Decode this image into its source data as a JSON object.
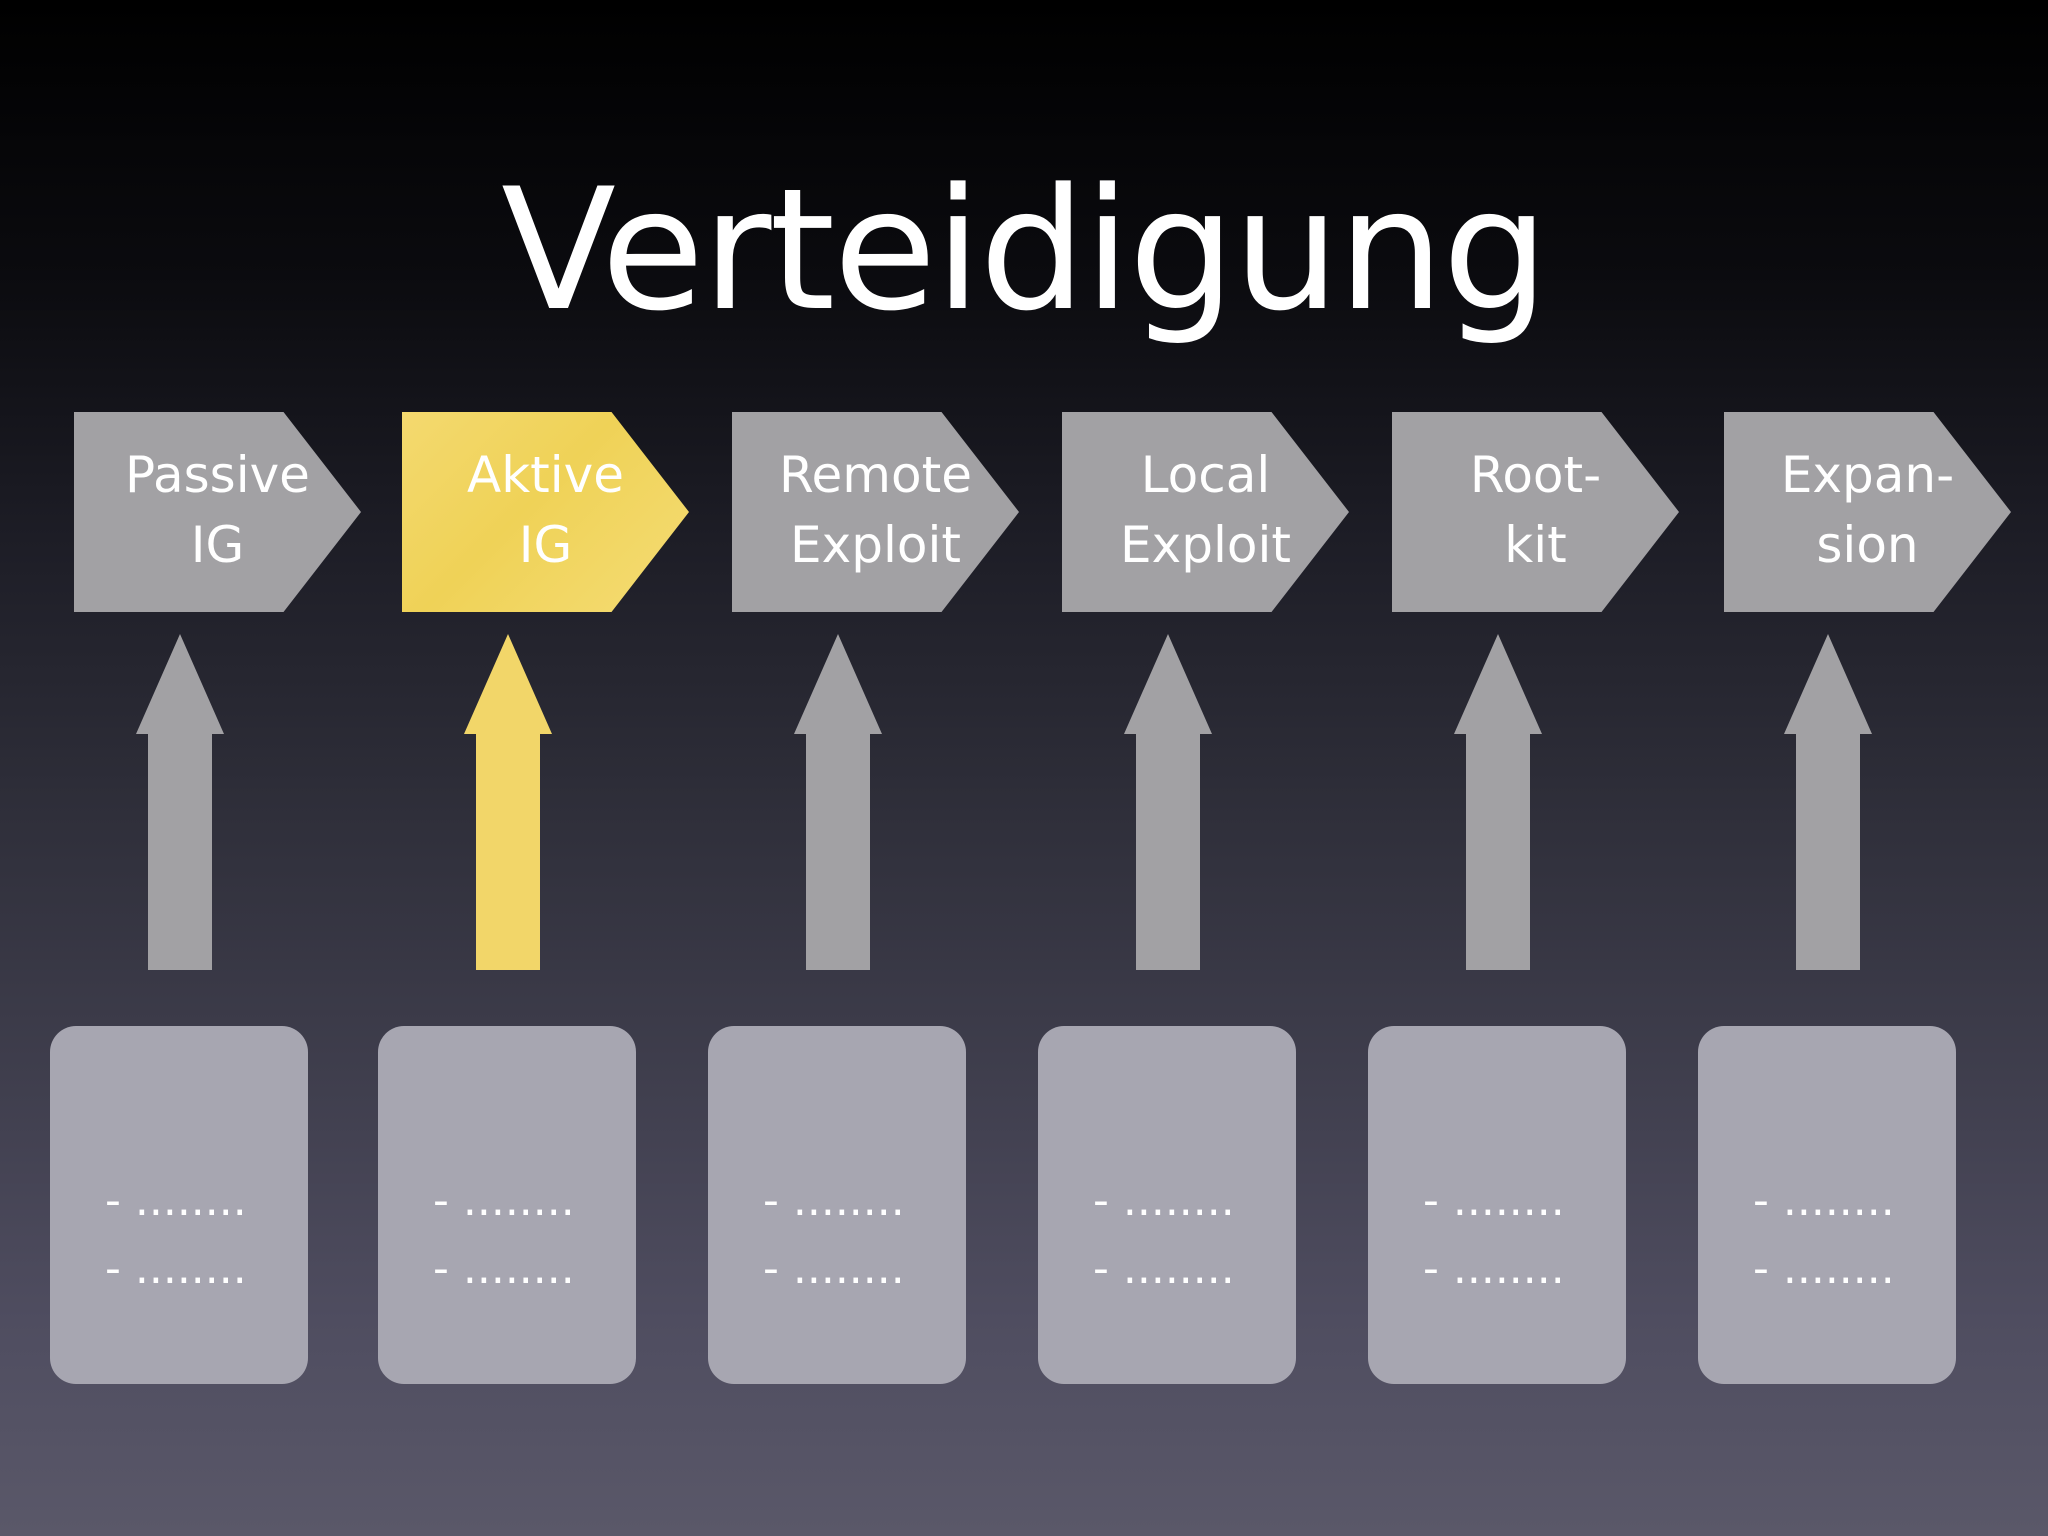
{
  "title": "Verteidigung",
  "colors": {
    "stage_gray": "#a2a1a4",
    "stage_active": "#efd257",
    "card_gray": "#a7a6b1",
    "text": "#ffffff"
  },
  "stages": [
    {
      "line1": "Passive",
      "line2": "IG",
      "active": false
    },
    {
      "line1": "Aktive",
      "line2": "IG",
      "active": true
    },
    {
      "line1": "Remote",
      "line2": "Exploit",
      "active": false
    },
    {
      "line1": "Local",
      "line2": "Exploit",
      "active": false
    },
    {
      "line1": "Root-",
      "line2": "kit",
      "active": false
    },
    {
      "line1": "Expan-",
      "line2": "sion",
      "active": false
    }
  ],
  "cards": [
    {
      "lines": [
        "- ........",
        "- ........"
      ]
    },
    {
      "lines": [
        "- ........",
        "- ........"
      ]
    },
    {
      "lines": [
        "- ........",
        "- ........"
      ]
    },
    {
      "lines": [
        "- ........",
        "- ........"
      ]
    },
    {
      "lines": [
        "- ........",
        "- ........"
      ]
    },
    {
      "lines": [
        "- ........",
        "- ........"
      ]
    }
  ]
}
